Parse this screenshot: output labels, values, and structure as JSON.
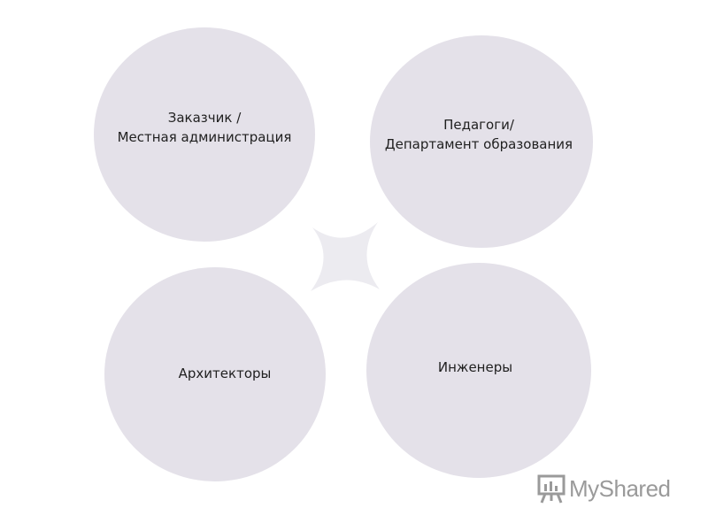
{
  "diagram": {
    "circles": [
      {
        "lines": [
          "Заказчик /",
          "Местная администрация"
        ]
      },
      {
        "lines": [
          "Педагоги/",
          "Департамент образования"
        ]
      },
      {
        "lines": [
          "Архитекторы"
        ]
      },
      {
        "lines": [
          "Инженеры"
        ]
      }
    ],
    "center_shape": "four-pointed-cross",
    "circle_color": "#e4e1e9",
    "cross_color": "#ecebf0"
  },
  "watermark": {
    "text_my": "My",
    "text_shared": "Shared",
    "icon": "presentation-board-icon",
    "color": "#9a9a9a"
  }
}
